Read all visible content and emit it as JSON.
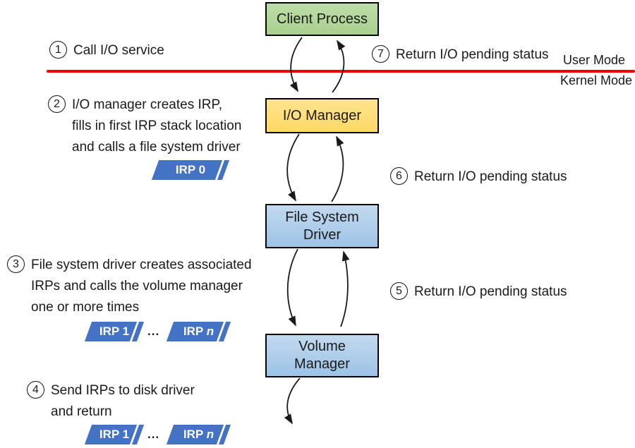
{
  "modes": {
    "user_label": "User Mode",
    "kernel_label": "Kernel Mode"
  },
  "boxes": {
    "client": "Client Process",
    "io_manager": "I/O Manager",
    "file_system_driver": "File System Driver",
    "volume_manager": "Volume Manager"
  },
  "steps": {
    "s1": {
      "num": "1",
      "text": "Call I/O service"
    },
    "s2": {
      "num": "2",
      "text": "I/O manager creates IRP,\nfills in first IRP stack location\nand calls a file system driver"
    },
    "s3": {
      "num": "3",
      "text": "File system driver creates associated\nIRPs and calls the volume manager\none or more times"
    },
    "s4": {
      "num": "4",
      "text": "Send IRPs to disk driver\nand return"
    },
    "s5": {
      "num": "5",
      "text": "Return I/O pending status"
    },
    "s6": {
      "num": "6",
      "text": "Return I/O pending status"
    },
    "s7": {
      "num": "7",
      "text": "Return I/O pending status"
    }
  },
  "irp": {
    "zero": "IRP 0",
    "one": "IRP 1",
    "dots": "...",
    "n_prefix": "IRP ",
    "n_suffix": "n"
  },
  "colors": {
    "client_fill": "#A9D08E",
    "io_fill": "#FFD966",
    "driver_fill": "#9DC3E6",
    "irp_fill": "#4472C4",
    "divider": "#F40000"
  }
}
